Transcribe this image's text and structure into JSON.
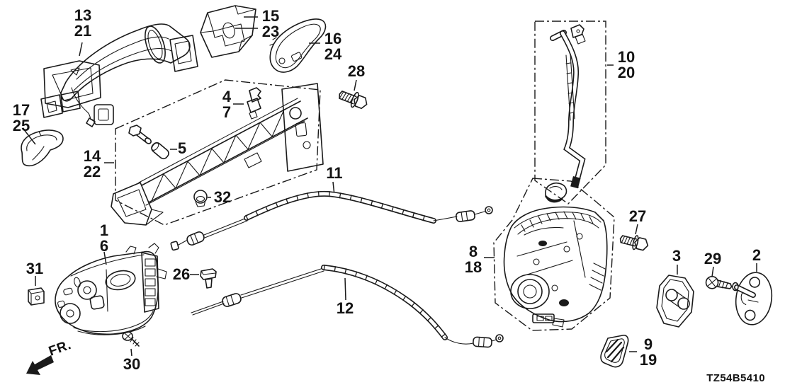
{
  "diagram": {
    "code": "TZ54B5410",
    "direction_label": "FR.",
    "background_color": "#ffffff",
    "line_color": "#1a1a1a",
    "callouts": [
      {
        "id": "13-21",
        "text": "13\n21"
      },
      {
        "id": "15-23",
        "text": "15\n23"
      },
      {
        "id": "16-24",
        "text": "16\n24"
      },
      {
        "id": "28",
        "text": "28"
      },
      {
        "id": "4-7",
        "text": "4\n7"
      },
      {
        "id": "17-25",
        "text": "17\n25"
      },
      {
        "id": "5",
        "text": "5"
      },
      {
        "id": "14-22",
        "text": "14\n22"
      },
      {
        "id": "32",
        "text": "32"
      },
      {
        "id": "11",
        "text": "11"
      },
      {
        "id": "10-20",
        "text": "10\n20"
      },
      {
        "id": "27",
        "text": "27"
      },
      {
        "id": "8-18",
        "text": "8\n18"
      },
      {
        "id": "3",
        "text": "3"
      },
      {
        "id": "29",
        "text": "29"
      },
      {
        "id": "2",
        "text": "2"
      },
      {
        "id": "1-6",
        "text": "1\n6"
      },
      {
        "id": "26",
        "text": "26"
      },
      {
        "id": "31",
        "text": "31"
      },
      {
        "id": "12",
        "text": "12"
      },
      {
        "id": "30",
        "text": "30"
      },
      {
        "id": "9-19",
        "text": "9\n19"
      }
    ]
  }
}
